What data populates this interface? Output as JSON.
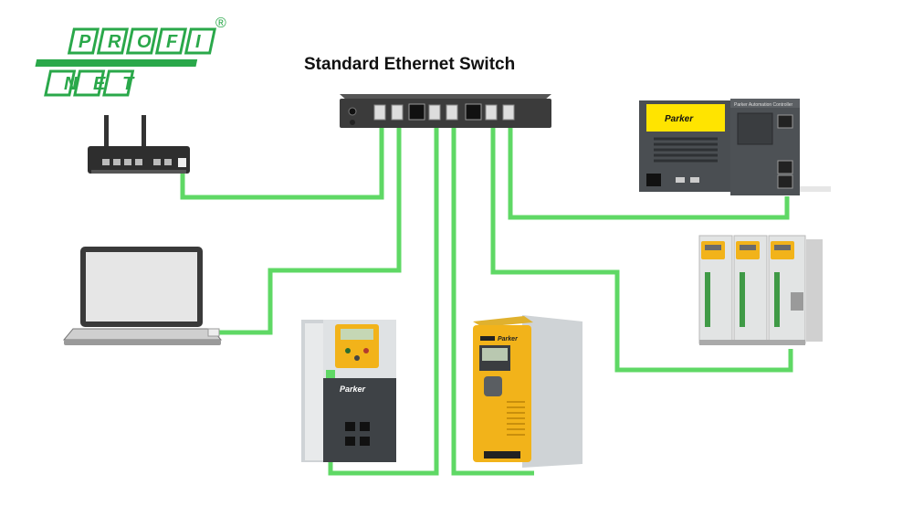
{
  "diagram": {
    "title": "Standard Ethernet Switch",
    "logo": {
      "row1": [
        "P",
        "R",
        "O",
        "F",
        "I"
      ],
      "row2": [
        "N",
        "E",
        "T"
      ],
      "registered": "®"
    },
    "brand": "Parker",
    "controller_label": "Parker Automation Controller",
    "devices": [
      "router-icon",
      "laptop-icon",
      "ac-drive-left-icon",
      "dc-drive-center-icon",
      "servo-drives-icon",
      "automation-controller-icon"
    ],
    "colors": {
      "cable": "#5fd865",
      "logo_green": "#2aa84a",
      "switch_body": "#3b3b3b",
      "drive_yellow": "#f2b31a",
      "controller_yellow": "#ffe400"
    }
  }
}
